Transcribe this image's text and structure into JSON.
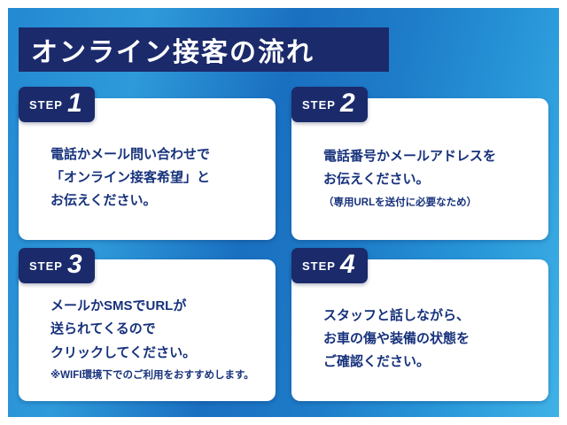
{
  "title": "オンライン接客の流れ",
  "colors": {
    "badge_navy": "#1b2a6b",
    "text_navy": "#17327c",
    "background_blue": "#1a6fc0",
    "background_cyan": "#3fb2e6",
    "card_background": "#ffffff"
  },
  "steps": [
    {
      "badge": "STEP",
      "number": "1",
      "lines": [
        "電話かメール問い合わせで",
        "「オンライン接客希望」と",
        "お伝えください。"
      ]
    },
    {
      "badge": "STEP",
      "number": "2",
      "lines": [
        "電話番号かメールアドレスを",
        "お伝えください。"
      ],
      "note": "（専用URLを送付に必要なため）"
    },
    {
      "badge": "STEP",
      "number": "3",
      "lines": [
        "メールかSMSでURLが",
        "送られてくるので",
        "クリックしてください。"
      ],
      "note": "※WIFI環境下でのご利用をおすすめします。"
    },
    {
      "badge": "STEP",
      "number": "4",
      "lines": [
        "スタッフと話しながら、",
        "お車の傷や装備の状態を",
        "ご確認ください。"
      ]
    }
  ]
}
